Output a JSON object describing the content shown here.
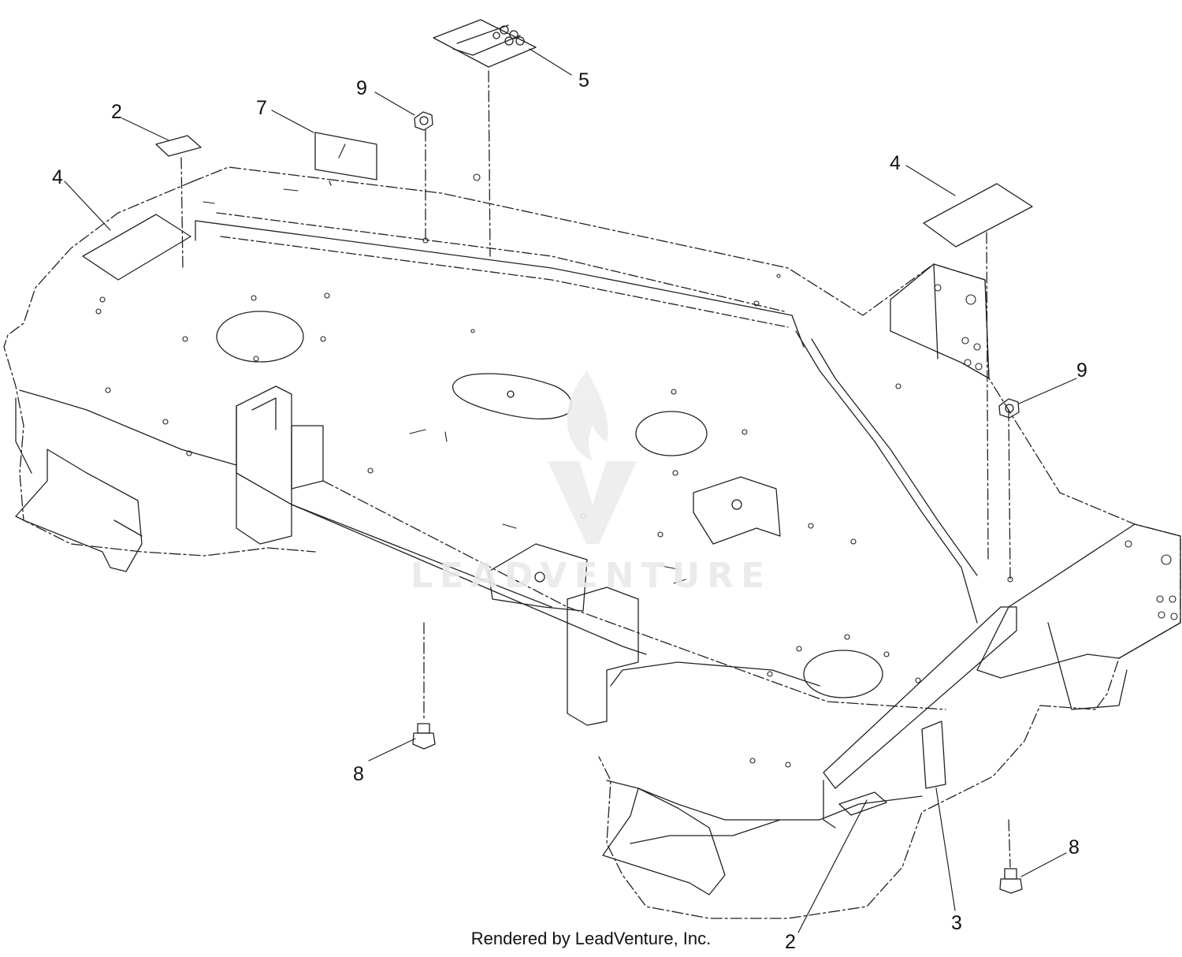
{
  "diagram": {
    "callouts": [
      {
        "id": "c-2-left",
        "label": "2"
      },
      {
        "id": "c-7",
        "label": "7"
      },
      {
        "id": "c-9-top",
        "label": "9"
      },
      {
        "id": "c-5",
        "label": "5"
      },
      {
        "id": "c-4-left",
        "label": "4"
      },
      {
        "id": "c-4-right",
        "label": "4"
      },
      {
        "id": "c-9-right",
        "label": "9"
      },
      {
        "id": "c-8-left",
        "label": "8"
      },
      {
        "id": "c-8-right",
        "label": "8"
      },
      {
        "id": "c-2-bottom",
        "label": "2"
      },
      {
        "id": "c-3",
        "label": "3"
      }
    ],
    "watermark": "LEADVENTURE",
    "footer": "Rendered by LeadVenture, Inc."
  },
  "colors": {
    "line": "#222222",
    "watermark": "#e9e9e9"
  }
}
